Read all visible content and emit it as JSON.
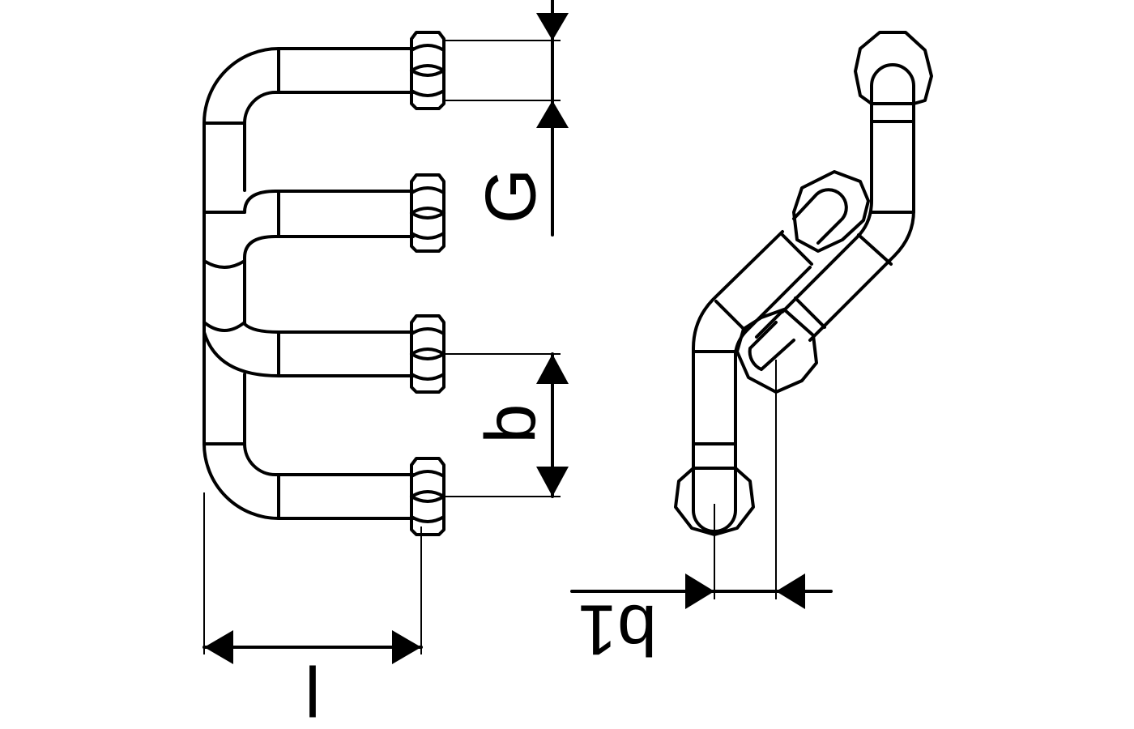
{
  "dimension_labels": {
    "G": "G",
    "b": "b",
    "b1": "b1",
    "l": "l"
  },
  "colors": {
    "line": "#000000",
    "background": "#ffffff"
  }
}
